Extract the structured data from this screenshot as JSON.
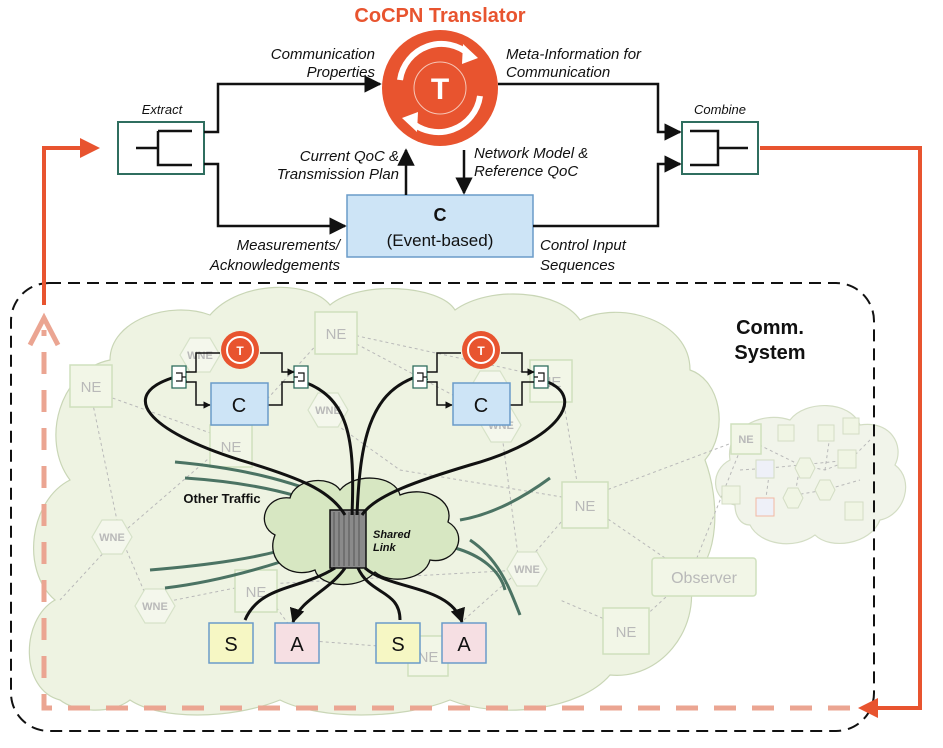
{
  "title": "CoCPN Translator",
  "labels": {
    "extract": "Extract",
    "combine": "Combine",
    "comm_properties_1": "Communication",
    "comm_properties_2": "Properties",
    "meta_info_1": "Meta-Information for",
    "meta_info_2": "Communication",
    "current_qoc_1": "Current QoC &",
    "current_qoc_2": "Transmission Plan",
    "network_model_1": "Network Model &",
    "network_model_2": "Reference QoC",
    "measurements_1": "Measurements/",
    "measurements_2": "Acknowledgements",
    "control_input_1": "Control Input",
    "control_input_2": "Sequences",
    "controller_title": "C",
    "controller_sub": "(Event-based)",
    "comm_system_1": "Comm.",
    "comm_system_2": "System",
    "other_traffic": "Other Traffic",
    "shared_link_1": "Shared",
    "shared_link_2": "Link",
    "observer": "Observer",
    "translator_glyph": "T",
    "c_small": "C",
    "sensor": "S",
    "actuator": "A",
    "ne": "NE",
    "wne": "WNE"
  },
  "colors": {
    "accent": "#e8542f",
    "controller_fill": "#cde4f6",
    "controller_stroke": "#6a9bc9",
    "block_stroke": "#2f6e5f",
    "sensor_fill": "#f6f7c4",
    "actuator_fill": "#f6dfe3"
  }
}
